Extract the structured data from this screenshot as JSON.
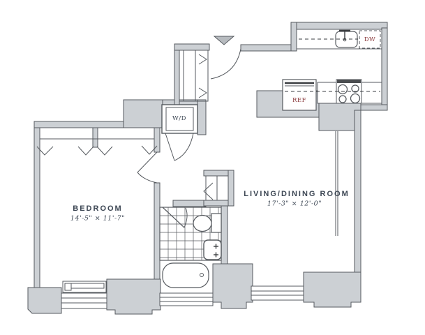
{
  "floor_plan": {
    "rooms": {
      "bedroom": {
        "name": "BEDROOM",
        "dimensions": "14'-5\" × 11'-7\""
      },
      "living_dining": {
        "name": "LIVING/DINING ROOM",
        "dimensions": "17'-3\" × 12'-0\""
      }
    },
    "appliances": {
      "washer_dryer": "W/D",
      "refrigerator": "REF",
      "dishwasher": "DW"
    },
    "fixtures": [
      "entry-arrow-icon",
      "entry-door",
      "hall-closet",
      "washer-dryer-closet",
      "kitchen-sink",
      "dishwasher",
      "refrigerator",
      "stove",
      "bedroom-closets",
      "bedroom-door",
      "bathroom-door",
      "toilet",
      "bathroom-sink",
      "bathtub",
      "tiled-floor",
      "living-room-closet",
      "windows",
      "ptac-unit"
    ],
    "colors": {
      "wall_fill": "#ccd0d4",
      "line": "#565a5f",
      "label_text": "#3d4754",
      "appliance_label": "#8b3a3c",
      "background": "#ffffff"
    }
  }
}
